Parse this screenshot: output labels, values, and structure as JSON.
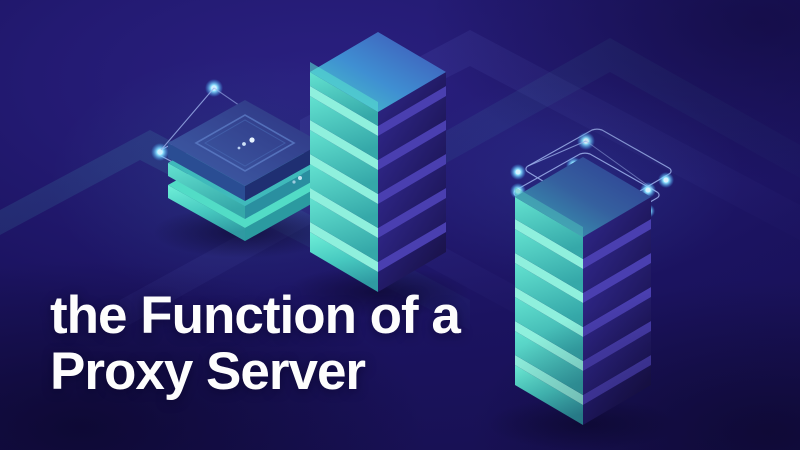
{
  "banner": {
    "title_line1": "the Function of a",
    "title_line2": "Proxy Server",
    "title_color": "#fdfdfd",
    "background": {
      "base_color": "#1b1360",
      "dark_corner_color": "#171050",
      "highlight_color": "#2a2080"
    }
  },
  "illustration": {
    "style": "isometric",
    "palette": {
      "teal_bright": "#5fe3cf",
      "teal_mid": "#3fbfb4",
      "teal_dark": "#2a8f93",
      "purple_face": "#2b2080",
      "purple_dark": "#211a63",
      "purple_deep": "#1a1450",
      "cap_blue": "#4b6fd0",
      "node_cyan": "#6fd8ff",
      "outline_line": "#8fa8e8",
      "shadow": "#120d3c"
    },
    "objects": [
      {
        "name": "router-device",
        "label": "Left isometric router with glowing diamond network outline above",
        "rack_slots": 3,
        "node_dots": 4,
        "outline_rings": 1
      },
      {
        "name": "server-rack-center",
        "label": "Tall central isometric server rack",
        "rack_slots": 5
      },
      {
        "name": "server-rack-right",
        "label": "Right isometric server rack with double glowing diamond network outline",
        "rack_slots": 5,
        "node_dots": 10,
        "outline_rings": 2
      }
    ],
    "background_bands": 4
  }
}
